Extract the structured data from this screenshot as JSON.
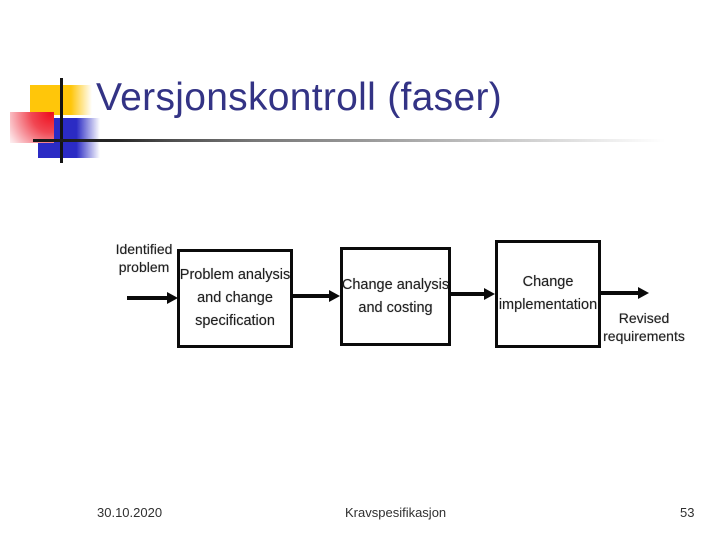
{
  "slide": {
    "title": "Versjonskontroll (faser)"
  },
  "diagram": {
    "input_label": {
      "lines": [
        "Identified",
        "problem"
      ]
    },
    "output_label": {
      "lines": [
        "Revised",
        "requirements"
      ]
    },
    "boxes": [
      {
        "id": "problem-analysis",
        "lines": [
          "Problem analysis",
          "and change",
          "specification"
        ]
      },
      {
        "id": "change-analysis",
        "lines": [
          "Change analysis",
          "and costing"
        ]
      },
      {
        "id": "change-implementation",
        "lines": [
          "Change",
          "implementation"
        ]
      }
    ]
  },
  "footer": {
    "date": "30.10.2020",
    "subject": "Kravspesifikasjon",
    "page_number": "53"
  },
  "colors": {
    "title_text": "#333385",
    "ornament_yellow": "#ffc60a",
    "ornament_blue": "#2b2bc4",
    "ornament_red": "#ee1020",
    "diagram_ink": "#1f1f1f",
    "rule_dark_end": "#161616"
  }
}
